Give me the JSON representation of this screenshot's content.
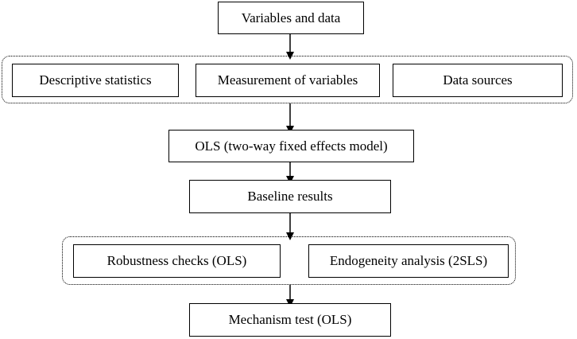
{
  "diagram": {
    "nodes": {
      "variables_and_data": "Variables and data",
      "descriptive_statistics": "Descriptive statistics",
      "measurement_of_variables": "Measurement of variables",
      "data_sources": "Data sources",
      "ols_two_way_fe": "OLS (two-way fixed effects model)",
      "baseline_results": "Baseline results",
      "robustness_checks": "Robustness checks (OLS)",
      "endogeneity_analysis": "Endogeneity analysis (2SLS)",
      "mechanism_test": "Mechanism test (OLS)"
    },
    "colors": {
      "stroke": "#000000",
      "background": "#ffffff",
      "text": "#000000"
    }
  }
}
